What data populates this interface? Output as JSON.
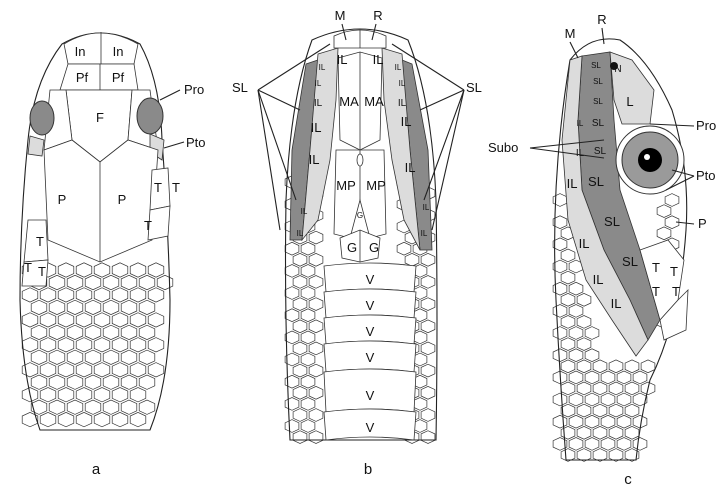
{
  "colors": {
    "light_scale": "#dcdcdc",
    "dark_scale": "#8a8a8a",
    "outline": "#222222",
    "eye_ring": "#9a9a9a",
    "pupil": "#000000"
  },
  "panel_a": {
    "caption": "a",
    "scales": {
      "In": "In",
      "Pf": "Pf",
      "F": "F",
      "P": "P",
      "T": "T"
    },
    "callouts": {
      "Pro": "Pro",
      "Pto": "Pto"
    }
  },
  "panel_b": {
    "caption": "b",
    "top": {
      "M": "M",
      "R": "R"
    },
    "callouts": {
      "SL": "SL"
    },
    "scales": {
      "IL": "IL",
      "MA": "MA",
      "MP": "MP",
      "G": "G",
      "V": "V"
    }
  },
  "panel_c": {
    "caption": "c",
    "top": {
      "M": "M",
      "R": "R"
    },
    "scales": {
      "SL": "SL",
      "IL": "IL",
      "L": "L",
      "N": "N",
      "T": "T"
    },
    "callouts": {
      "Subo": "Subo",
      "Pro": "Pro",
      "Pto": "Pto",
      "P": "P"
    }
  }
}
